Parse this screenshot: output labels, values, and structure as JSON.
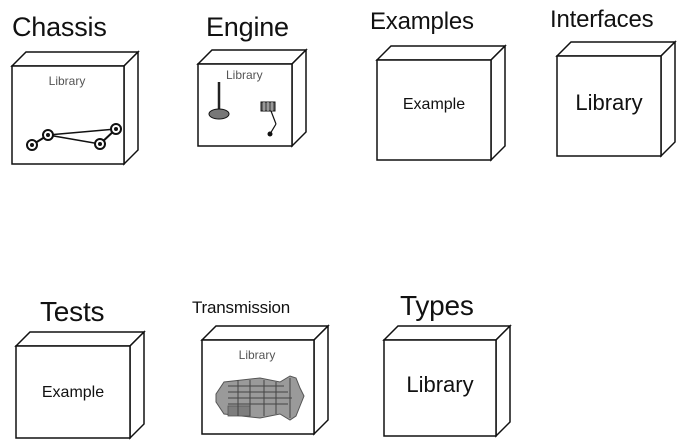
{
  "packages": {
    "chassis": {
      "title": "Chassis",
      "box_label": "Library"
    },
    "engine": {
      "title": "Engine",
      "box_label": "Library"
    },
    "examples": {
      "title": "Examples",
      "box_label": "Example"
    },
    "interfaces": {
      "title": "Interfaces",
      "box_label": "Library"
    },
    "tests": {
      "title": "Tests",
      "box_label": "Example"
    },
    "transmission": {
      "title": "Transmission",
      "box_label": "Library"
    },
    "types": {
      "title": "Types",
      "box_label": "Library"
    }
  },
  "icons": {
    "chassis": "chassis-axle-icon",
    "engine": "engine-parts-icon",
    "transmission": "transmission-gearbox-icon"
  }
}
